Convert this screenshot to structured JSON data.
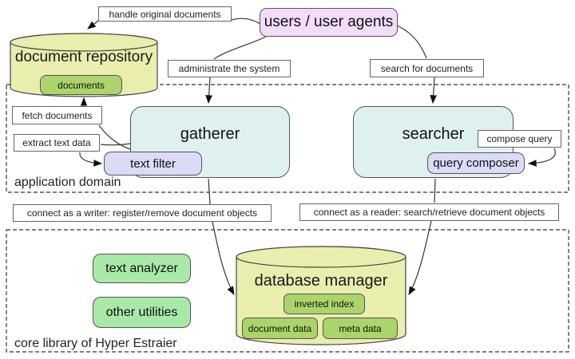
{
  "diagram": {
    "nodes": {
      "users_agents": "users / user agents",
      "document_repository": "document repository",
      "documents": "documents",
      "gatherer": "gatherer",
      "text_filter": "text filter",
      "searcher": "searcher",
      "query_composer": "query composer",
      "text_analyzer": "text analyzer",
      "other_utilities": "other utilities",
      "database_manager": "database manager",
      "inverted_index": "inverted index",
      "document_data": "document data",
      "meta_data": "meta data"
    },
    "labels": {
      "handle_original_documents": "handle original documents",
      "administrate_the_system": "administrate the system",
      "search_for_documents": "search for documents",
      "fetch_documents": "fetch documents",
      "extract_text_data": "extract text data",
      "compose_query": "compose query",
      "connect_writer": "connect as a writer: register/remove document objects",
      "connect_reader": "connect as a reader: search/retrieve document objects"
    },
    "regions": {
      "application_domain": "application domain",
      "core_library": "core library of Hyper Estraier"
    },
    "colors": {
      "cylinder_fill": "#e9edae",
      "green_chip": "#abd46a",
      "pink_node": "#f2dcf7",
      "cyan_node": "#def1ef",
      "lavender_chip": "#dbdbf8",
      "green_node": "#a8e9a8",
      "line": "#333333",
      "dashed_border": "#333333"
    }
  }
}
